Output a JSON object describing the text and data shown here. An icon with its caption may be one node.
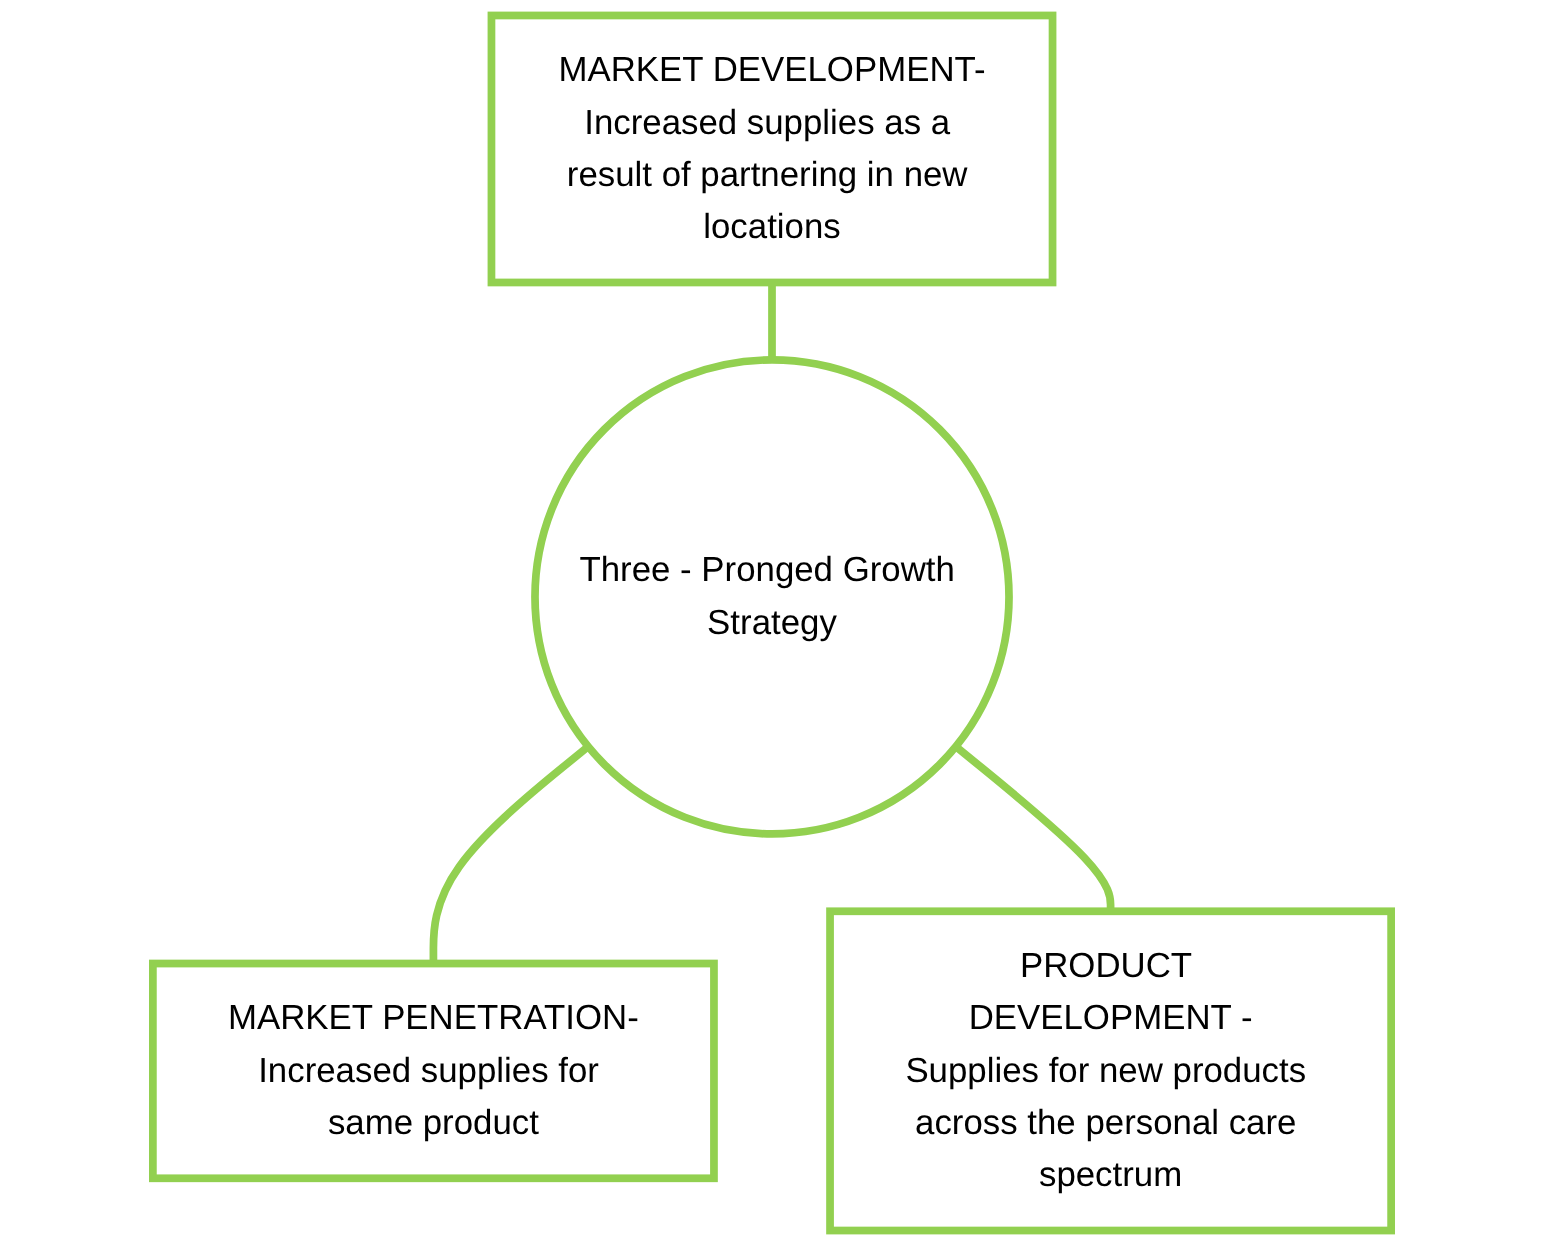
{
  "diagram": {
    "nodes": [
      {
        "text": [
          "MARKET DEVELOPMENT-",
          "Increased supplies as a result of partnering in new locations"
        ]
      },
      {
        "text": [
          "Three - Pronged Growth Strategy"
        ]
      },
      {
        "text": [
          "MARKET PENETRATION-",
          "Increased supplies for same product"
        ]
      },
      {
        "text": [
          "PRODUCT DEVELOPMENT -",
          "Supplies for new products across the personal care spectrum"
        ]
      }
    ],
    "edges": [
      {
        "from": 0,
        "to": 1,
        "arrow": "none"
      },
      {
        "from": 1,
        "to": 2,
        "arrow": "none"
      },
      {
        "from": 1,
        "to": 3,
        "arrow": "none"
      }
    ]
  }
}
